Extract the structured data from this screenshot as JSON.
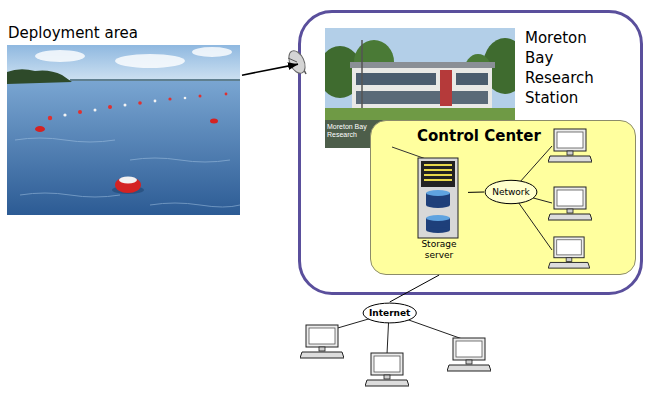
{
  "diagram": {
    "nodes": [
      {
        "text": [
          "Deployment area"
        ]
      },
      {
        "text": [
          "Moreton Bay Research Station"
        ]
      },
      {
        "text": [
          "Control Center"
        ],
        "in": 1
      },
      {
        "text": [
          "Storage server"
        ],
        "in": 2
      },
      {
        "text": [
          "Network"
        ],
        "in": 2
      },
      {
        "text": [
          "Internet"
        ]
      }
    ],
    "edges": [
      {
        "from": 0,
        "to": 1,
        "arrow": "to"
      },
      {
        "from": 3,
        "to": 4,
        "arrow": "none"
      },
      {
        "from": 2,
        "to": 5,
        "arrow": "none"
      }
    ],
    "labels": [
      "Moreton Bay Research"
    ]
  }
}
